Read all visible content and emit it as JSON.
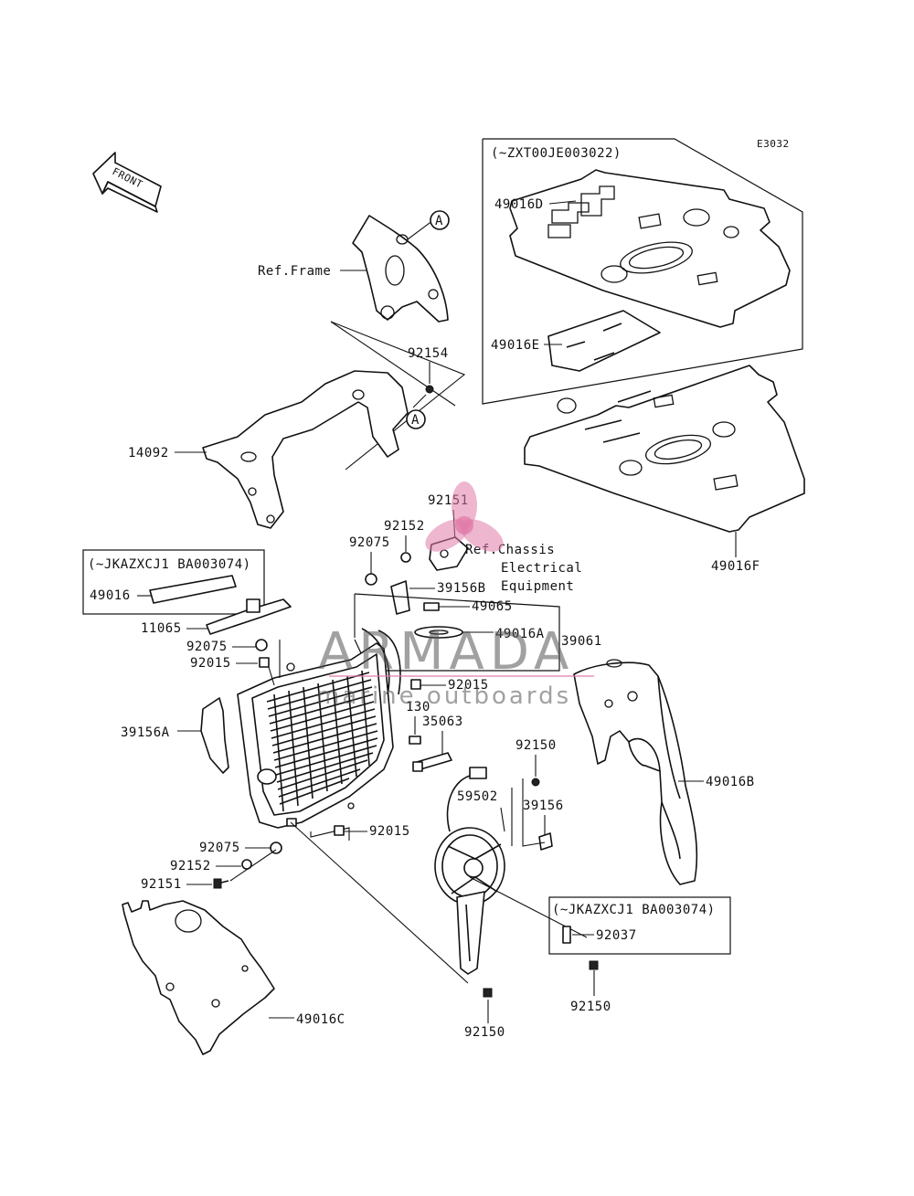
{
  "diagram": {
    "code": "E3032",
    "front_label": "FRONT",
    "callout_letter": "A",
    "ref_frame": "Ref.Frame",
    "ref_chassis": [
      "Ref.Chassis",
      "Electrical",
      "Equipment"
    ],
    "boxes": {
      "top_right_serial": "(~ZXT00JE003022)",
      "left_serial": "(~JKAZXCJ1 BA003074)",
      "bottom_right_serial": "(~JKAZXCJ1 BA003074)"
    },
    "part_numbers": {
      "p49016D": "49016D",
      "p49016E": "49016E",
      "p49016F": "49016F",
      "p92154": "92154",
      "p14092": "14092",
      "p92151_top": "92151",
      "p92152_top": "92152",
      "p92075_top": "92075",
      "p39156B": "39156B",
      "p49065": "49065",
      "p49016A": "49016A",
      "p39061": "39061",
      "p49016_left": "49016",
      "p11065": "11065",
      "p92075_mid": "92075",
      "p92015_left": "92015",
      "p92015_mid": "92015",
      "p130": "130",
      "p35063": "35063",
      "p39156A": "39156A",
      "p92150_a": "92150",
      "p59502": "59502",
      "p39156": "39156",
      "p49016B": "49016B",
      "p92015_low": "92015",
      "p92075_low": "92075",
      "p92152_low": "92152",
      "p92151_low": "92151",
      "p92037": "92037",
      "p92150_b": "92150",
      "p92150_c": "92150",
      "p49016C": "49016C"
    }
  },
  "watermark": {
    "brand": "ARMADA",
    "tagline": "marine outboards",
    "logo_icon": "propeller-icon",
    "color": "#e07aa8"
  }
}
